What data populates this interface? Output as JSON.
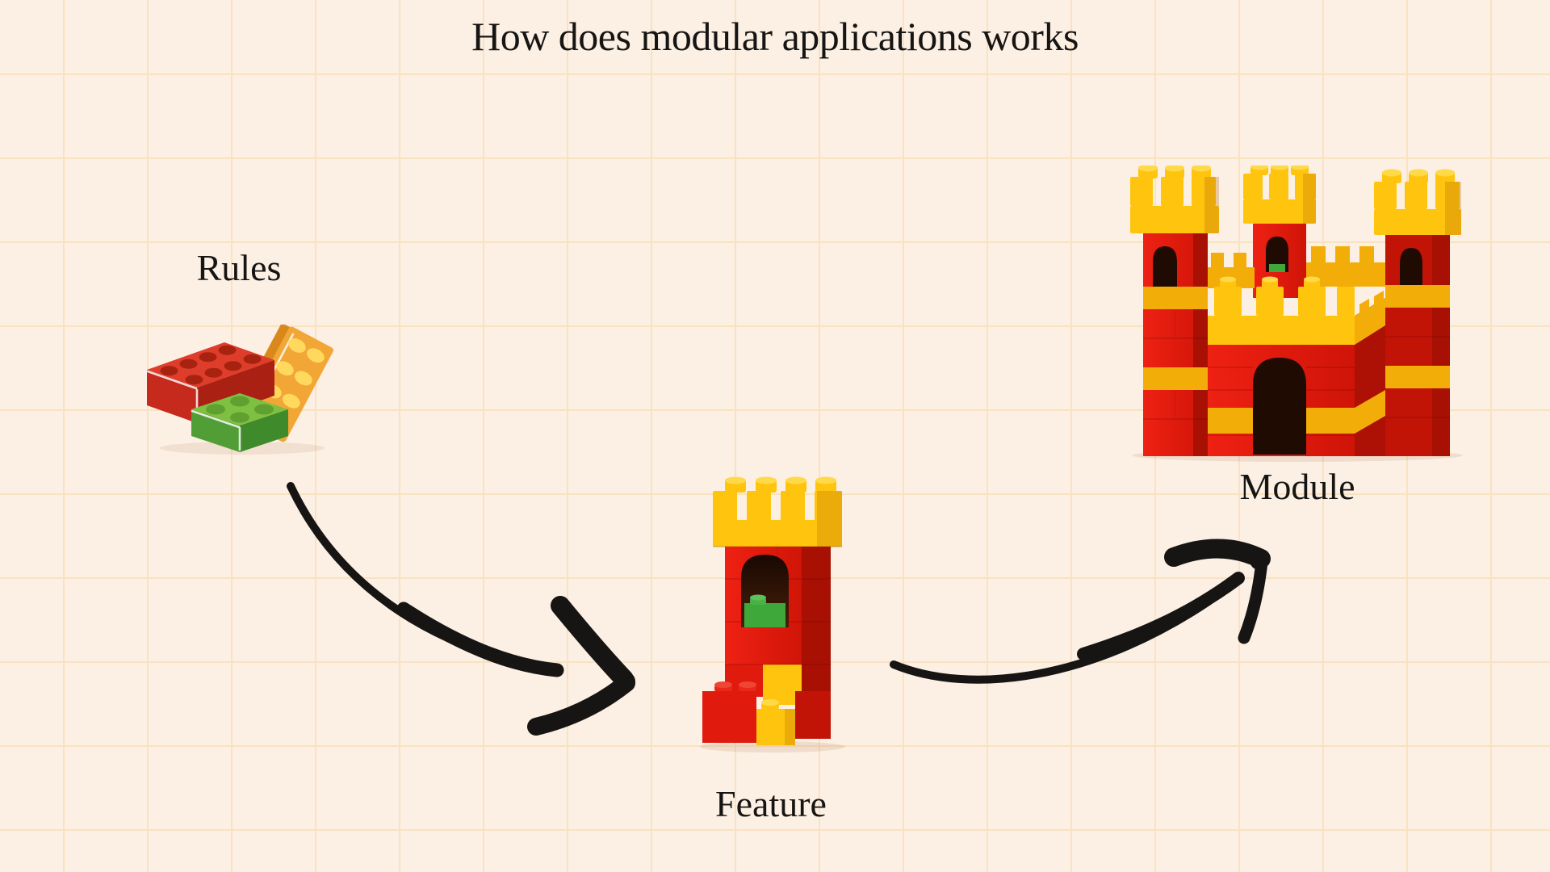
{
  "title": "How does modular applications works",
  "stages": [
    {
      "id": "rules",
      "label": "Rules",
      "illustration": "loose-lego-bricks"
    },
    {
      "id": "feature",
      "label": "Feature",
      "illustration": "small-lego-tower"
    },
    {
      "id": "module",
      "label": "Module",
      "illustration": "lego-castle"
    }
  ],
  "arrows": [
    {
      "from": "rules",
      "to": "feature"
    },
    {
      "from": "feature",
      "to": "module"
    }
  ],
  "colors": {
    "bg": "#fcf0e4",
    "grid": "#f9e2c0",
    "ink": "#171513",
    "red": "#e01a0c",
    "red-dark": "#c21307",
    "red-deep": "#a81004",
    "yellow": "#ffc40e",
    "yellow-dark": "#f2ad08",
    "yellow-deep": "#d98f07",
    "green": "#3fa83b",
    "window": "#200b03",
    "cartoon-red": "#df3d2c",
    "cartoon-red-front": "#c62a1c",
    "cartoon-red-side": "#aa2114",
    "cartoon-red-stud": "#a8230f",
    "cartoon-yellow": "#f2a636",
    "cartoon-yellow-side": "#d9881c",
    "cartoon-yellow-stud": "#ffd95e",
    "cartoon-green-top": "#7fc043",
    "cartoon-green-front": "#529e36",
    "cartoon-green-side": "#3f8a2b",
    "cartoon-green-stud": "#5fa030"
  }
}
